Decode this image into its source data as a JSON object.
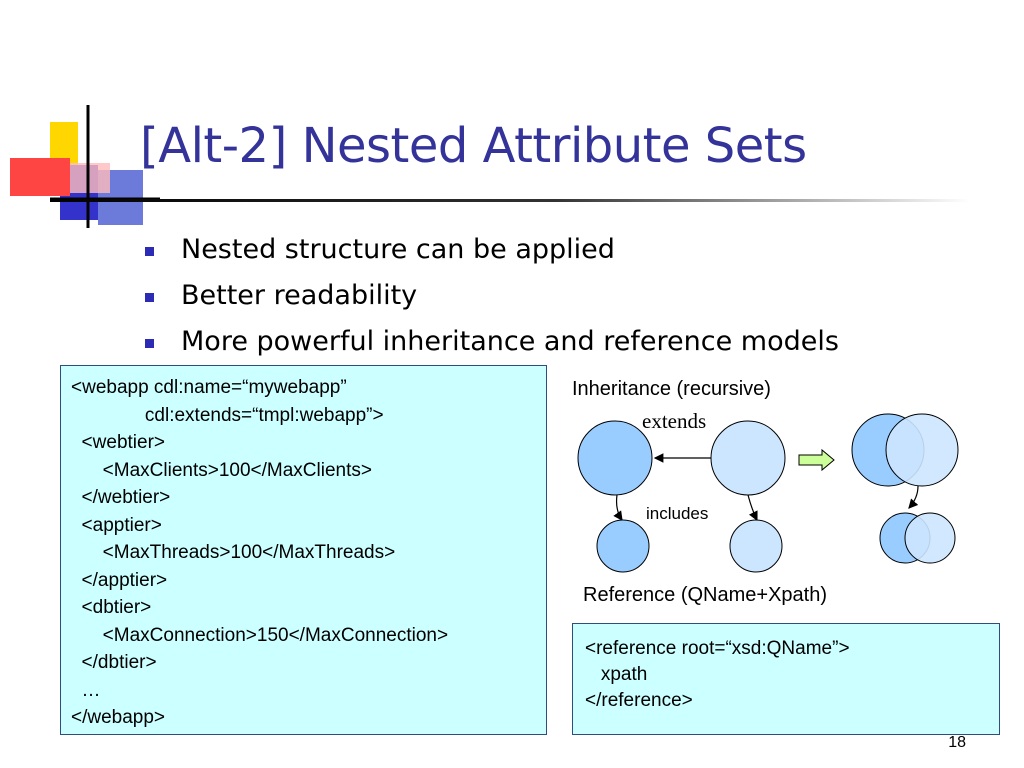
{
  "slide": {
    "title": "[Alt-2] Nested Attribute Sets",
    "bullets": [
      "Nested structure can be applied",
      "Better readability",
      "More powerful inheritance and reference models"
    ],
    "page_number": "18"
  },
  "code_example": {
    "lines": [
      "<webapp cdl:name=“mywebapp”",
      "              cdl:extends=“tmpl:webapp”>",
      "  <webtier>",
      "      <MaxClients>100</MaxClients>",
      "  </webtier>",
      "  <apptier>",
      "      <MaxThreads>100</MaxThreads>",
      "  </apptier>",
      "  <dbtier>",
      "      <MaxConnection>150</MaxConnection>",
      "  </dbtier>",
      "  …",
      "</webapp>"
    ]
  },
  "diagram": {
    "inheritance_heading": "Inheritance (recursive)",
    "extends_label": "extends",
    "includes_label": "includes",
    "reference_heading": "Reference (QName+Xpath)",
    "colors": {
      "dark_circle": "#99ccff",
      "light_circle": "#cce6ff",
      "arrow_fill": "#ccff99"
    }
  },
  "reference_example": {
    "lines": [
      "<reference root=“xsd:QName”>",
      "   xpath",
      "</reference>"
    ]
  }
}
